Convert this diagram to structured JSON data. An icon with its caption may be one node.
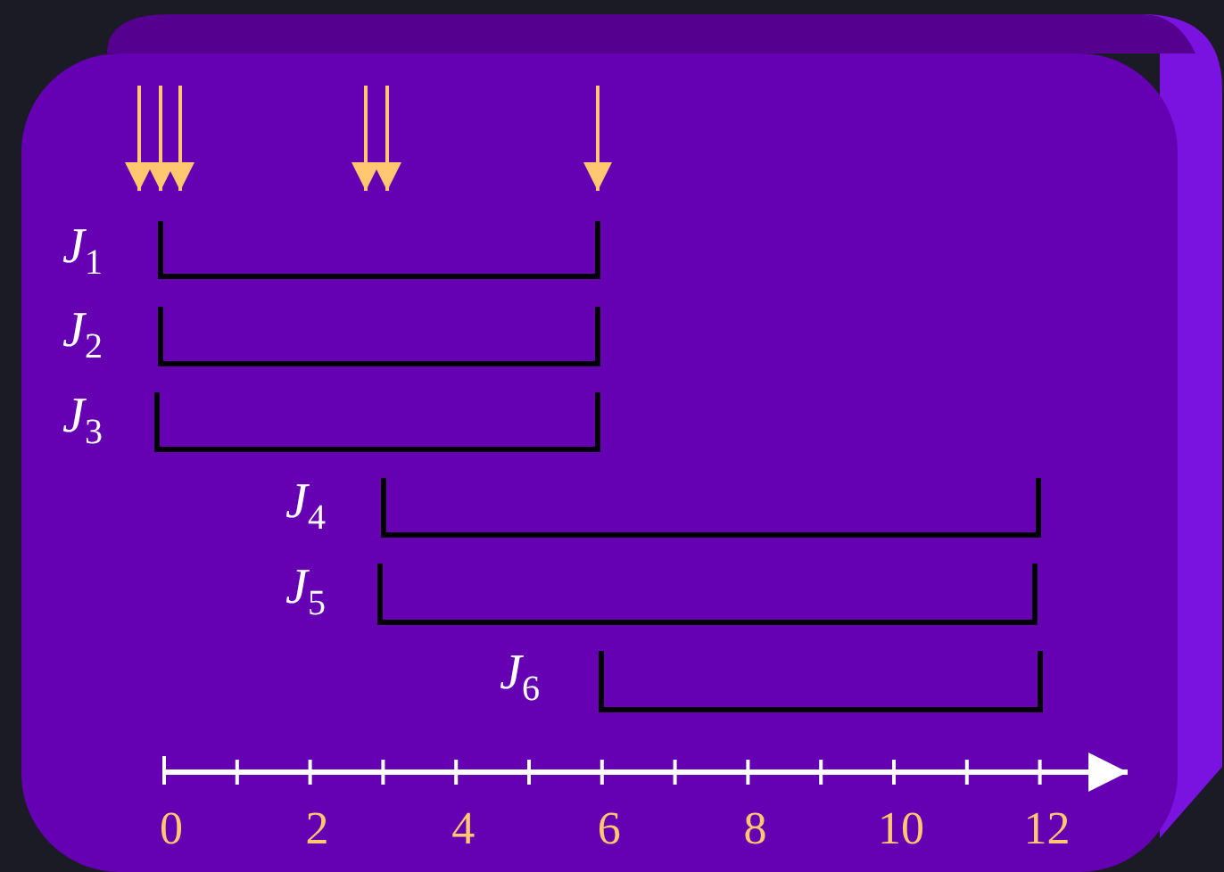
{
  "diagram": {
    "labels": [
      "*J*$_{1}$",
      "*J*$_{2}$",
      "*J*$_{3}$",
      "*J*$_{4}$",
      "*J*$_{5}$",
      "*J*$_{6}$",
      "0",
      "2",
      "4",
      "6",
      "8",
      "10",
      "12"
    ]
  }
}
